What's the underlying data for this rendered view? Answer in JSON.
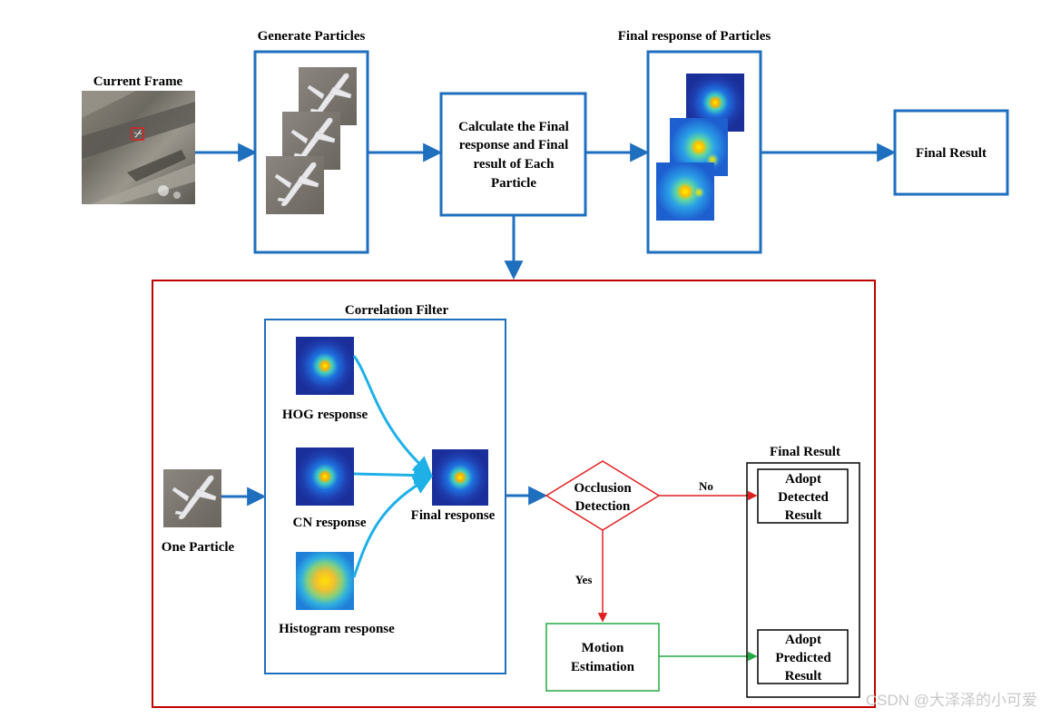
{
  "top_row": {
    "current_frame_label": "Current Frame",
    "generate_particles_label": "Generate Particles",
    "calculate_lines": [
      "Calculate the Final",
      "response and Final",
      "result of Each",
      "Particle"
    ],
    "final_response_particles_label": "Final response of Particles",
    "final_result_label": "Final Result"
  },
  "bottom_panel": {
    "correlation_filter_label": "Correlation Filter",
    "one_particle_label": "One Particle",
    "hog_response_label": "HOG response",
    "cn_response_label": "CN response",
    "histogram_response_label": "Histogram response",
    "final_response_label": "Final response",
    "occlusion_lines": [
      "Occlusion",
      "Detection"
    ],
    "no_label": "No",
    "yes_label": "Yes",
    "motion_lines": [
      "Motion",
      "Estimation"
    ],
    "final_result_box_label": "Final Result",
    "adopt_detected_lines": [
      "Adopt",
      "Detected",
      "Result"
    ],
    "adopt_predicted_lines": [
      "Adopt",
      "Predicted",
      "Result"
    ]
  },
  "watermark": "CSDN @大泽泽的小可爱",
  "colors": {
    "flow_blue": "#1f6fbf",
    "curve_cyan": "#1fb0e8",
    "outer_red": "#c00000",
    "occlusion_red": "#e02020",
    "motion_green": "#22aa44",
    "heat_bg": "#1e3fae",
    "heat_peak": "#ffe000"
  }
}
